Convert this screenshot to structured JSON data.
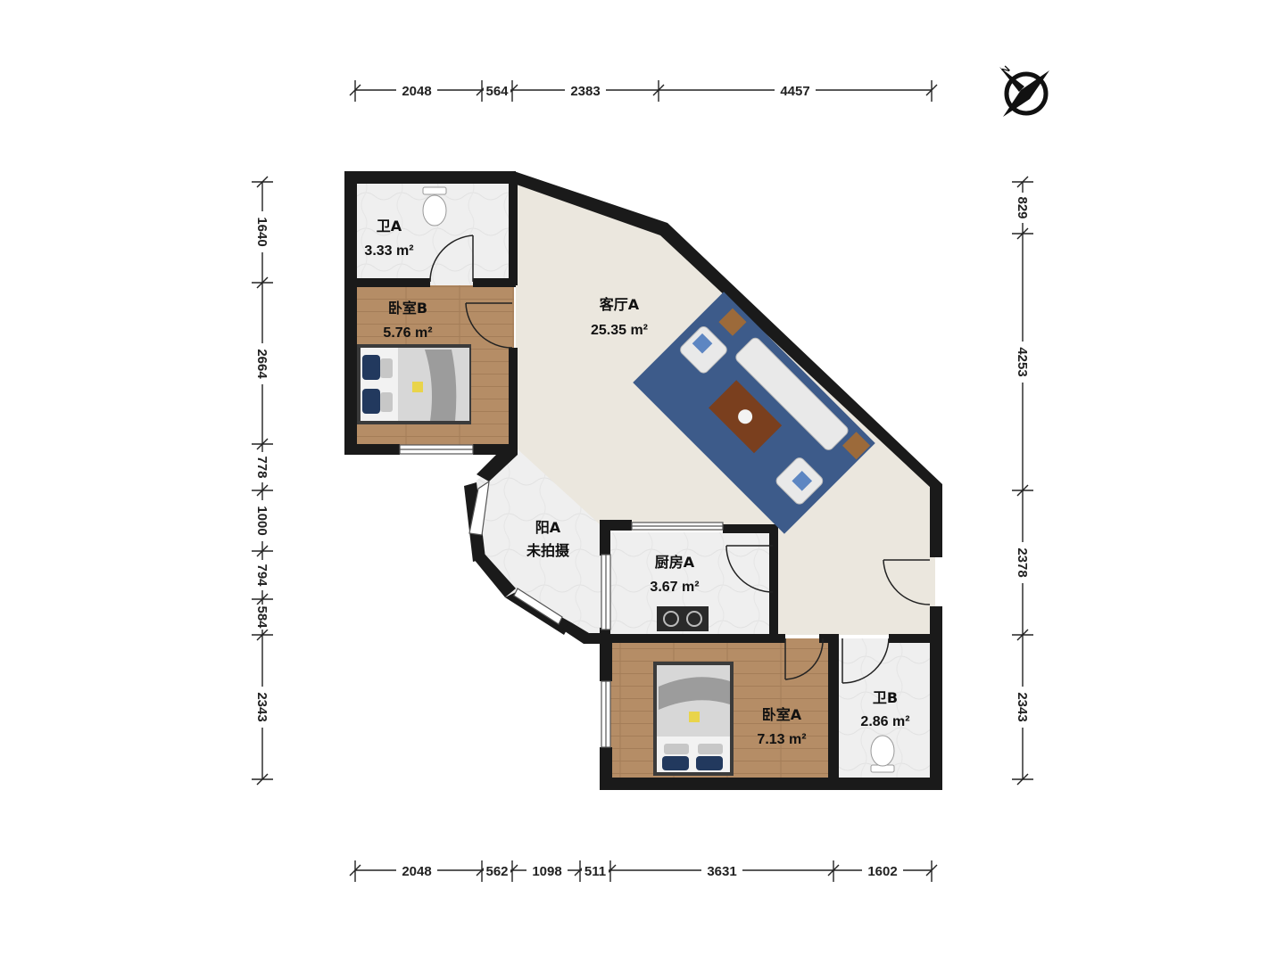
{
  "dimensions": {
    "top": [
      "2048",
      "564",
      "2383",
      "4457"
    ],
    "bottom": [
      "2048",
      "562",
      "1098",
      "511",
      "3631",
      "1602"
    ],
    "left": [
      "1640",
      "2664",
      "778",
      "1000",
      "794",
      "584",
      "2343"
    ],
    "right": [
      "829",
      "4253",
      "2378",
      "2343"
    ]
  },
  "rooms": {
    "bath_a": {
      "name": "卫A",
      "area": "3.33 m²"
    },
    "bedroom_b": {
      "name": "卧室B",
      "area": "5.76 m²"
    },
    "living": {
      "name": "客厅A",
      "area": "25.35 m²"
    },
    "balcony": {
      "name": "阳A",
      "area": "未拍摄"
    },
    "kitchen": {
      "name": "厨房A",
      "area": "3.67 m²"
    },
    "bedroom_a": {
      "name": "卧室A",
      "area": "7.13 m²"
    },
    "bath_b": {
      "name": "卫B",
      "area": "2.86 m²"
    }
  },
  "compass": {
    "label": "N"
  },
  "colors": {
    "wall": "#1a1a1a",
    "living_floor": "#ebe7de",
    "tile_floor": "#eeeeee",
    "wood_floor": "#b58d66",
    "rug": "#3d5b8a"
  }
}
